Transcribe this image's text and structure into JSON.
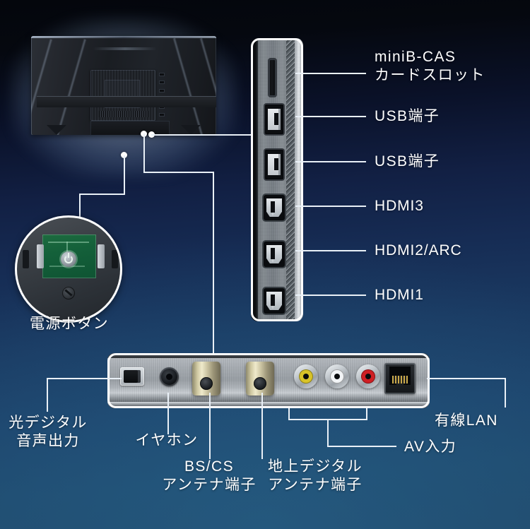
{
  "diagram": {
    "title_absent": true,
    "background_colors": [
      "#05080f",
      "#162c54",
      "#20496b"
    ],
    "leader_color": "#e9f0f7"
  },
  "side_panel": {
    "name": "side-connector-panel",
    "labels": [
      {
        "id": "cas",
        "text": "miniB-CAS\nカードスロット",
        "port": "card-slot"
      },
      {
        "id": "usb1",
        "text": "USB端子",
        "port": "usb"
      },
      {
        "id": "usb2",
        "text": "USB端子",
        "port": "usb"
      },
      {
        "id": "hdmi3",
        "text": "HDMI3",
        "port": "hdmi"
      },
      {
        "id": "hdmi2",
        "text": "HDMI2/ARC",
        "port": "hdmi"
      },
      {
        "id": "hdmi1",
        "text": "HDMI1",
        "port": "hdmi"
      }
    ]
  },
  "power": {
    "label": "電源ボタン",
    "glyph": "power-symbol"
  },
  "bottom_panel": {
    "name": "bottom-connector-panel",
    "labels": [
      {
        "id": "optical",
        "text": "光デジタル\n音声出力",
        "port": "toslink-optical"
      },
      {
        "id": "earphone",
        "text": "イヤホン",
        "port": "3.5mm-jack"
      },
      {
        "id": "bscs",
        "text": "BS/CS\nアンテナ端子",
        "port": "coaxial-f"
      },
      {
        "id": "terr",
        "text": "地上デジタル\nアンテナ端子",
        "port": "coaxial-f"
      },
      {
        "id": "av",
        "text": "AV入力",
        "port": "rca-triple"
      },
      {
        "id": "lan",
        "text": "有線LAN",
        "port": "rj45"
      }
    ],
    "rca_colors": [
      "#d8c328",
      "#f2f4f6",
      "#cf1f24"
    ]
  }
}
